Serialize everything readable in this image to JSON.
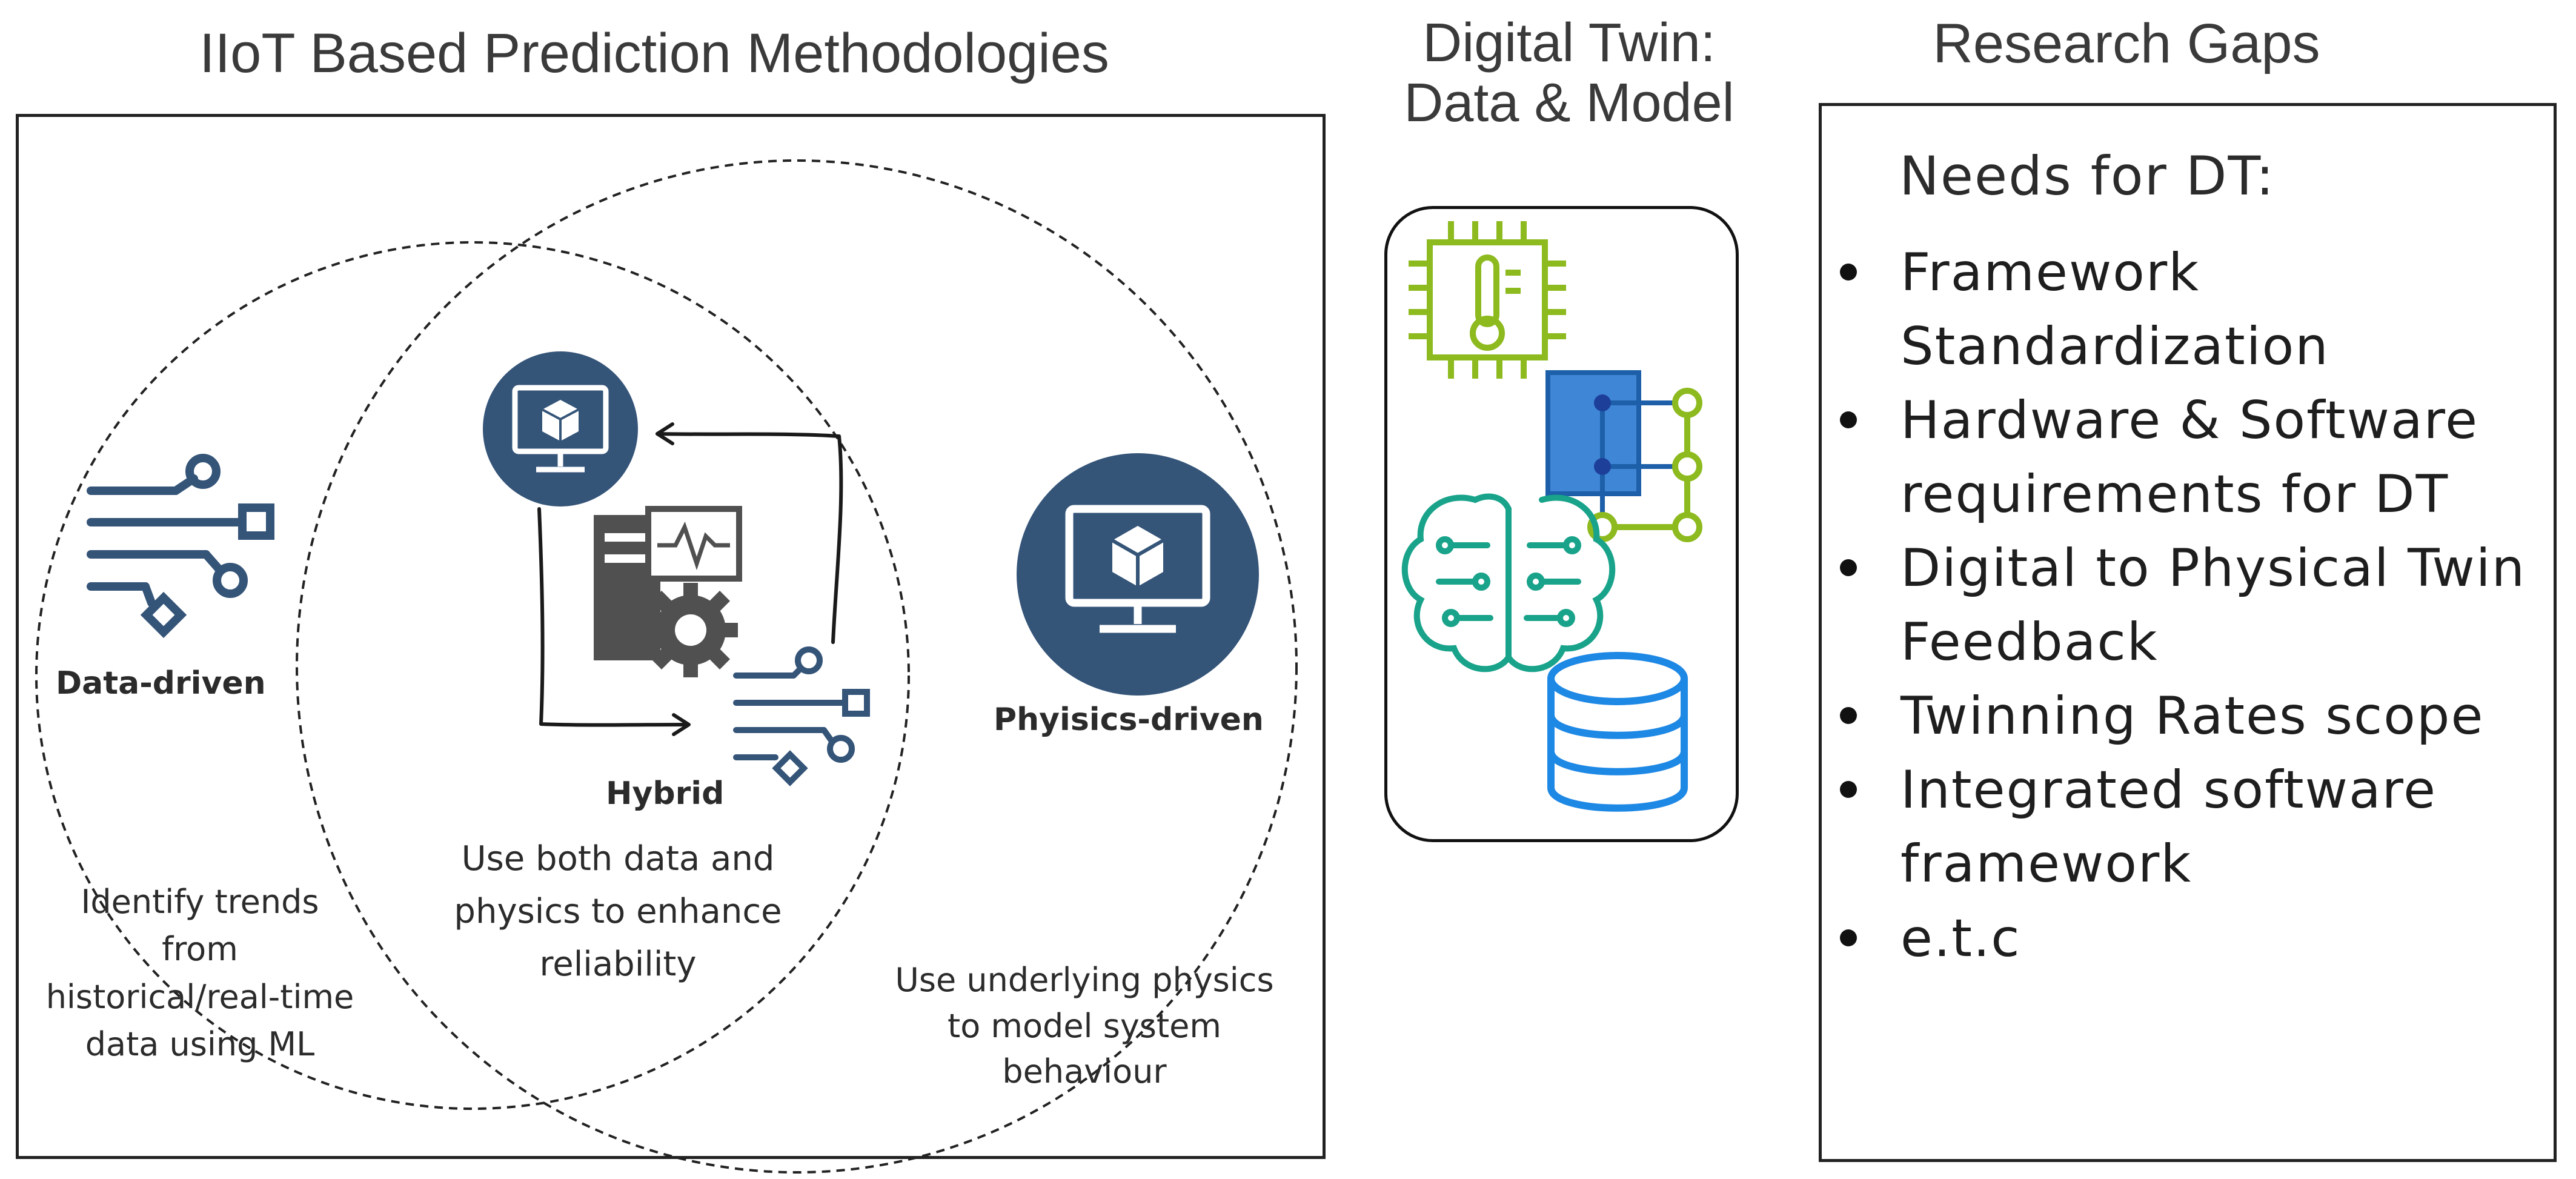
{
  "titles": {
    "methodologies": "IIoT Based Prediction Methodologies",
    "digital_twin_line1": "Digital Twin:",
    "digital_twin_line2": "Data & Model",
    "research_gaps": "Research Gaps"
  },
  "venn": {
    "data_driven": {
      "label": "Data-driven",
      "desc": [
        "Identify trends",
        "from",
        "historical/real-time",
        "data using ML"
      ]
    },
    "hybrid": {
      "label": "Hybrid",
      "desc": [
        "Use both data and",
        "physics to enhance",
        "reliability"
      ]
    },
    "physics_driven": {
      "label": "Phyisics-driven",
      "desc": [
        "Use underlying physics",
        "to model system",
        "behaviour"
      ]
    }
  },
  "digital_twin_icons": [
    "sensor-chip-icon",
    "network-nodes-icon",
    "ai-brain-icon",
    "database-icon"
  ],
  "research_gaps": {
    "heading": "Needs for DT:",
    "items": [
      [
        "Framework",
        "Standardization"
      ],
      [
        "Hardware & Software",
        "requirements for DT"
      ],
      [
        "Digital to Physical Twin",
        "Feedback"
      ],
      [
        "Twinning Rates scope"
      ],
      [
        "Integrated software",
        "framework"
      ],
      [
        "e.t.c"
      ]
    ]
  },
  "colors": {
    "navy": "#345478",
    "green": "#8dba1e",
    "teal": "#19a38a",
    "blue": "#1e88e5",
    "box_blue": "#3f86d6",
    "gray": "#505050"
  }
}
